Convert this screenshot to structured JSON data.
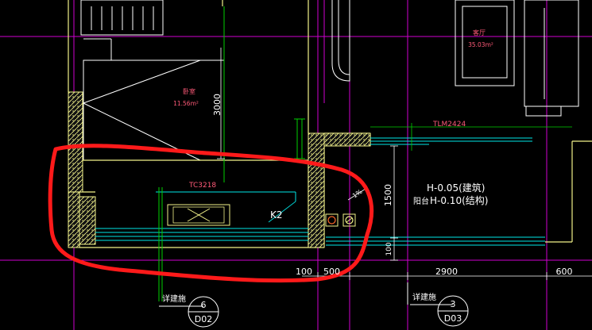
{
  "rooms": {
    "bedroom_name": "卧室",
    "bedroom_area": "11.56m²",
    "living_name": "客厅",
    "living_area": "35.03m²",
    "balcony_name": "阳台"
  },
  "labels": {
    "window_tc": "TC3218",
    "door_tlm": "TLM2424",
    "k2": "K2",
    "elev_building": "H-0.05(建筑)",
    "elev_structure": "H-0.10(结构)",
    "slope": "1%"
  },
  "dimensions": {
    "dim_3000": "3000",
    "dim_1500": "1500",
    "dim_100_v": "100",
    "dim_100": "100",
    "dim_500": "500",
    "dim_2900": "2900",
    "dim_600": "600"
  },
  "details": [
    {
      "prefix": "详建施",
      "number": "6",
      "sheet": "D02"
    },
    {
      "prefix": "详建施",
      "number": "3",
      "sheet": "D03"
    }
  ],
  "colors": {
    "wall": "#f2f28a",
    "grid_magenta": "#d000d0",
    "cyan": "#00e6e6",
    "green": "#00d000",
    "red_annotation": "#ff1a1a",
    "white": "#ffffff",
    "pink_text": "#ff5a78",
    "orange_text": "#ff6a2a",
    "brown_text": "#c07040"
  }
}
